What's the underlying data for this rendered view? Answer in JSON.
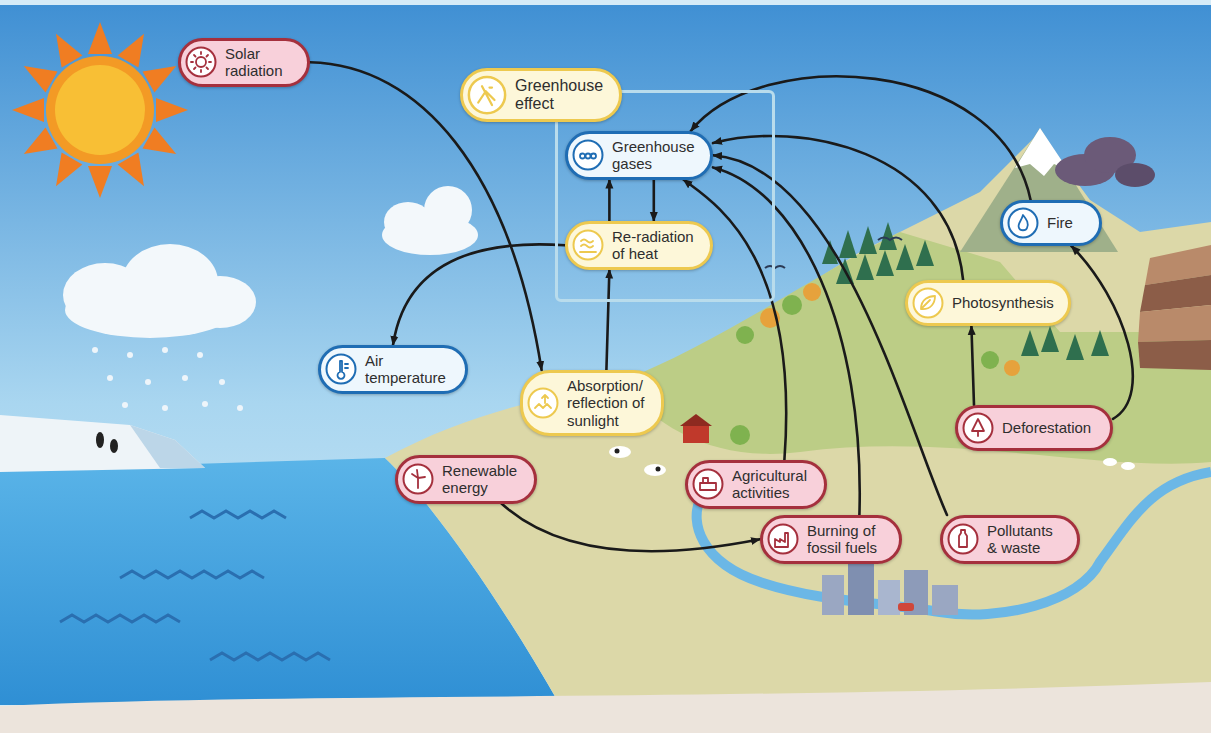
{
  "diagram": {
    "nodes": [
      {
        "text": [
          "Solar radiation"
        ]
      },
      {
        "text": [
          "Greenhouse effect"
        ]
      },
      {
        "text": [
          "Greenhouse gases"
        ],
        "in": 1
      },
      {
        "text": [
          "Re-radiation of heat"
        ],
        "in": 1
      },
      {
        "text": [
          "Fire"
        ]
      },
      {
        "text": [
          "Photosynthesis"
        ]
      },
      {
        "text": [
          "Air temperature"
        ]
      },
      {
        "text": [
          "Absorption/ reflection of sunlight"
        ]
      },
      {
        "text": [
          "Deforestation"
        ]
      },
      {
        "text": [
          "Renewable energy"
        ]
      },
      {
        "text": [
          "Agricultural activities"
        ]
      },
      {
        "text": [
          "Burning of fossil fuels"
        ]
      },
      {
        "text": [
          "Pollutants & waste"
        ]
      }
    ],
    "edges": [
      {
        "from": 0,
        "to": 7,
        "arrow": "to"
      },
      {
        "from": 7,
        "to": 3,
        "arrow": "to"
      },
      {
        "from": 3,
        "to": 2,
        "arrow": "to"
      },
      {
        "from": 2,
        "to": 3,
        "arrow": "to"
      },
      {
        "from": 3,
        "to": 6,
        "arrow": "to"
      },
      {
        "from": 4,
        "to": 2,
        "arrow": "to"
      },
      {
        "from": 5,
        "to": 2,
        "arrow": "to"
      },
      {
        "from": 10,
        "to": 2,
        "arrow": "to"
      },
      {
        "from": 11,
        "to": 2,
        "arrow": "to"
      },
      {
        "from": 12,
        "to": 2,
        "arrow": "to"
      },
      {
        "from": 8,
        "to": 5,
        "arrow": "to"
      },
      {
        "from": 8,
        "to": 4,
        "arrow": "to"
      },
      {
        "from": 9,
        "to": 11,
        "arrow": "to"
      }
    ]
  }
}
